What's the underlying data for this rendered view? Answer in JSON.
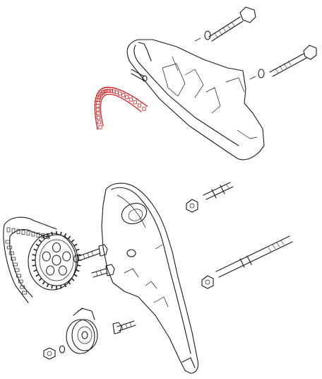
{
  "colors": {
    "ink": "#1a1a1a",
    "highlight": "#d42020",
    "background": "#ffffff"
  },
  "parts": {
    "upper_cover": "upper-timing-belt-cover",
    "lower_cover": "lower-timing-belt-cover",
    "belt_highlighted": "timing-belt-section-highlighted",
    "belt_lower": "timing-belt",
    "sprocket": "camshaft-sprocket",
    "tensioner": "tensioner-pulley",
    "bolts": "hex-bolts",
    "studs": "threaded-studs",
    "nuts": "hex-nuts",
    "washers": "washers"
  }
}
